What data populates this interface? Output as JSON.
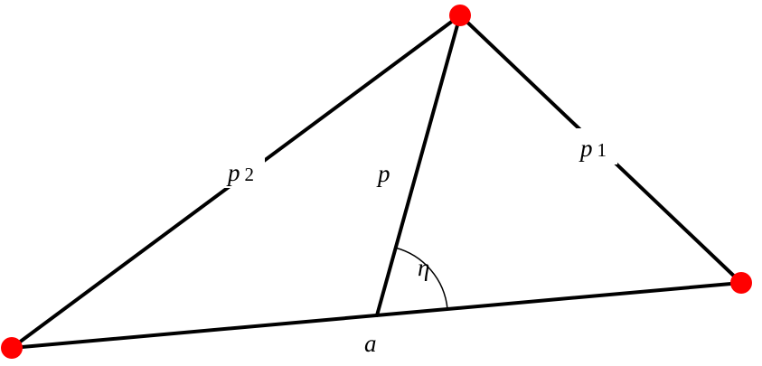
{
  "labels": {
    "p1_main": "p",
    "p1_sub": "1",
    "p2_main": "p",
    "p2_sub": "2",
    "p": "p",
    "a": "a",
    "eta": "η"
  },
  "colors": {
    "edge": "#000000",
    "vertex": "#ff0000",
    "background": "#ffffff"
  }
}
